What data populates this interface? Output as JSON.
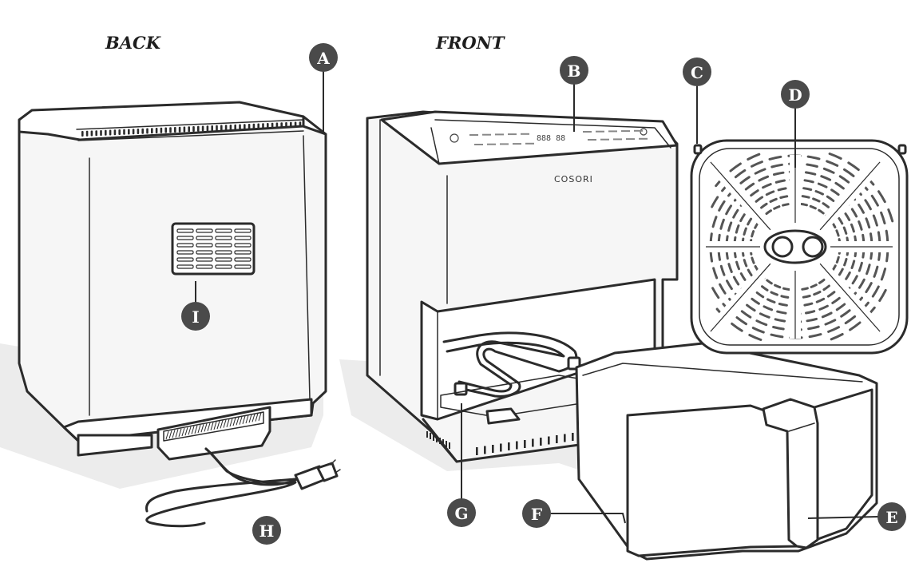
{
  "views": {
    "back": {
      "title": "BACK"
    },
    "front": {
      "title": "FRONT"
    }
  },
  "brand_label": "COSORI",
  "control_panel": {
    "display": "888 88"
  },
  "callouts": {
    "A": "A",
    "B": "B",
    "C": "C",
    "D": "D",
    "E": "E",
    "F": "F",
    "G": "G",
    "H": "H",
    "I": "I"
  },
  "colors": {
    "outline": "#2b2b2b",
    "badge": "#4a4a4a",
    "shadow": "#ececec",
    "body": "#f6f6f6"
  }
}
